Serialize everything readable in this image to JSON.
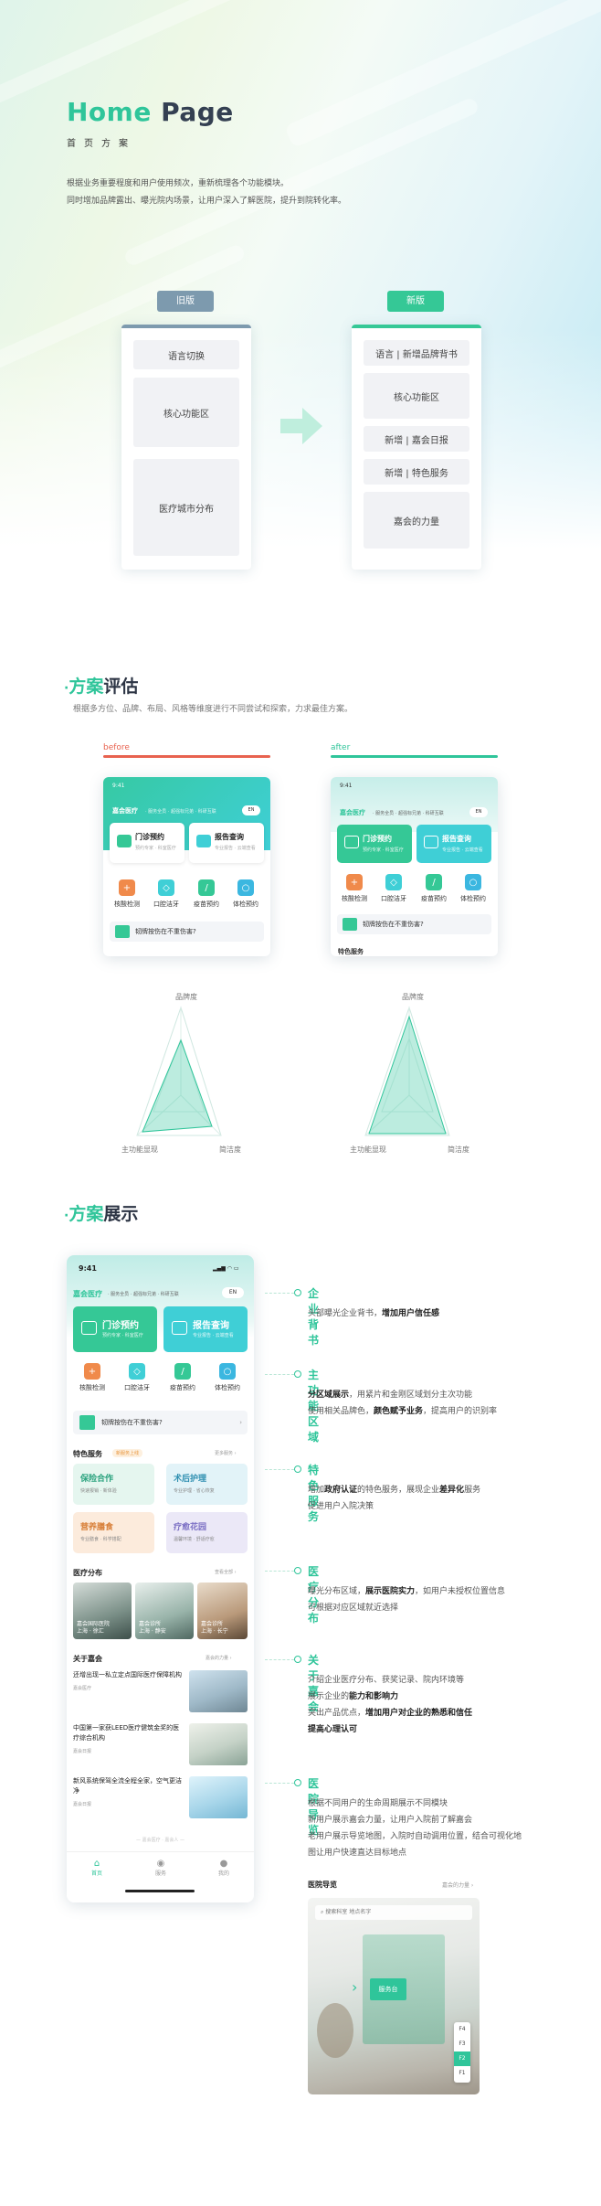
{
  "header": {
    "title_green": "Home",
    "title_dark": "Page",
    "subtitle": "首页方案",
    "intro_line1": "根据业务重要程度和用户使用频次，重新梳理各个功能模块。",
    "intro_line2": "同时增加品牌露出、曝光院内场景，让用户深入了解医院，提升到院转化率。"
  },
  "compare": {
    "old_tag": "旧版",
    "new_tag": "新版",
    "old_blocks": [
      "语言切换",
      "核心功能区",
      "医疗城市分布"
    ],
    "new_blocks": [
      "语言 | 新增品牌背书",
      "核心功能区",
      "新增 | 嘉会日报",
      "新增 | 特色服务",
      "嘉会的力量"
    ]
  },
  "evaluation": {
    "title_green": "方案",
    "title_dark": "评估",
    "desc": "根据多方位、品牌、布局、风格等维度进行不同尝试和探索，力求最佳方案。",
    "before_label": "before",
    "after_label": "after",
    "radar_labels": [
      "品牌度",
      "主功能显现",
      "简洁度"
    ]
  },
  "showcase": {
    "title_green": "方案",
    "title_dark": "展示"
  },
  "phone": {
    "time": "9:41",
    "brand": "嘉会医疗",
    "brand_tags": "· 服务全员 · 超强标兄弟 · 科研互联",
    "lang": "EN",
    "card1_title": "门诊预约",
    "card1_sub": "预约专家 · 科室医疗",
    "card2_title": "报告查询",
    "card2_sub": "专业报告 · 云端查看",
    "icons": [
      "核酸检测",
      "口腔洁牙",
      "疫苗预约",
      "体检预约"
    ],
    "notice": "韧牌按伤在不重伤害?",
    "before_brand": "嘉会医疗",
    "before_brand_tags": "· 服务全员 · 超强标兄弟 · 科研互联",
    "after_section": "特色服务",
    "services_title": "特色服务",
    "services_badge": "新服务上线",
    "services_more": "更多服务 ›",
    "services": [
      {
        "name": "保险合作",
        "sub": "快速报销 · 新体验"
      },
      {
        "name": "术后护理",
        "sub": "专业护理 · 省心恢复"
      },
      {
        "name": "营养膳食",
        "sub": "专业膳食 · 科学搭配"
      },
      {
        "name": "疗愈花园",
        "sub": "温馨环境 · 舒适疗愈"
      }
    ],
    "dist_title": "医疗分布",
    "dist_more": "查看全部 ›",
    "dist": [
      {
        "name": "嘉会国际医院",
        "sub": "上海 · 徐汇"
      },
      {
        "name": "嘉会诊所",
        "sub": "上海 · 静安"
      },
      {
        "name": "嘉会诊所",
        "sub": "上海 · 长宁"
      }
    ],
    "about_title": "关于嘉会",
    "about_more": "嘉会的力量 ›",
    "news": [
      {
        "title": "还增出现一私立定点国际医疗保障机构",
        "src": "嘉会医疗"
      },
      {
        "title": "中国第一家获LEED医疗健筑金奖的医疗综合机构",
        "src": "嘉会日报"
      },
      {
        "title": "新风系统保驾全流全程全家，空气更洁净",
        "src": "嘉会日报"
      }
    ],
    "footer_logo": "— 嘉会医疗 · 嘉会人 —",
    "tabs": [
      "首页",
      "服务",
      "我的"
    ]
  },
  "features": [
    {
      "title": "企业背书",
      "lines": [
        [
          {
            "t": "头部曝光企业背书，"
          },
          {
            "t": "增加用户信任感",
            "b": true
          }
        ]
      ]
    },
    {
      "title": "主功能区域",
      "lines": [
        [
          {
            "t": "分区域展示",
            "b": true
          },
          {
            "t": "，用紧片和金刚区域划分主次功能"
          }
        ],
        [
          {
            "t": "使用相关品牌色，"
          },
          {
            "t": "颜色赋予业务",
            "b": true
          },
          {
            "t": "，提高用户的识别率"
          }
        ]
      ]
    },
    {
      "title": "特色服务",
      "lines": [
        [
          {
            "t": "增加"
          },
          {
            "t": "政府认证",
            "b": true
          },
          {
            "t": "的特色服务，展现企业"
          },
          {
            "t": "差异化",
            "b": true
          },
          {
            "t": "服务"
          }
        ],
        [
          {
            "t": "促进用户入院决策"
          }
        ]
      ]
    },
    {
      "title": "医疗分布",
      "lines": [
        [
          {
            "t": "曝光分布区域，"
          },
          {
            "t": "展示医院实力",
            "b": true
          },
          {
            "t": "，如用户未授权位置信息"
          }
        ],
        [
          {
            "t": "可根据对应区域就近选择"
          }
        ]
      ]
    },
    {
      "title": "关于嘉会",
      "lines": [
        [
          {
            "t": "介绍企业医疗分布、获奖记录、院内环境等"
          }
        ],
        [
          {
            "t": "展示企业的"
          },
          {
            "t": "能力和影响力",
            "b": true
          }
        ],
        [
          {
            "t": "突出产品优点，"
          },
          {
            "t": "增加用户对企业的熟悉和信任",
            "b": true
          }
        ],
        [
          {
            "t": "提高心理认可",
            "b": true
          }
        ]
      ]
    },
    {
      "title": "医院导览",
      "lines": [
        [
          {
            "t": "根据不同用户的生命周期展示不同模块"
          }
        ],
        [
          {
            "t": "新用户展示嘉会力量，让用户入院前了解嘉会"
          }
        ],
        [
          {
            "t": "老用户展示导览地图，入院时自动调用位置，结合可视化地"
          }
        ],
        [
          {
            "t": "图让用户快速直达目标地点"
          }
        ]
      ]
    }
  ],
  "guide": {
    "title": "医院导览",
    "more": "嘉会的力量 ›",
    "search_placeholder": "搜索科室 地点名字",
    "sign": "服务台",
    "floors": [
      "F4",
      "F3",
      "F2",
      "F1"
    ]
  },
  "colors": {
    "green": "#2fc59a",
    "teal": "#3fcfd6",
    "old_gray": "#7d9aae"
  }
}
